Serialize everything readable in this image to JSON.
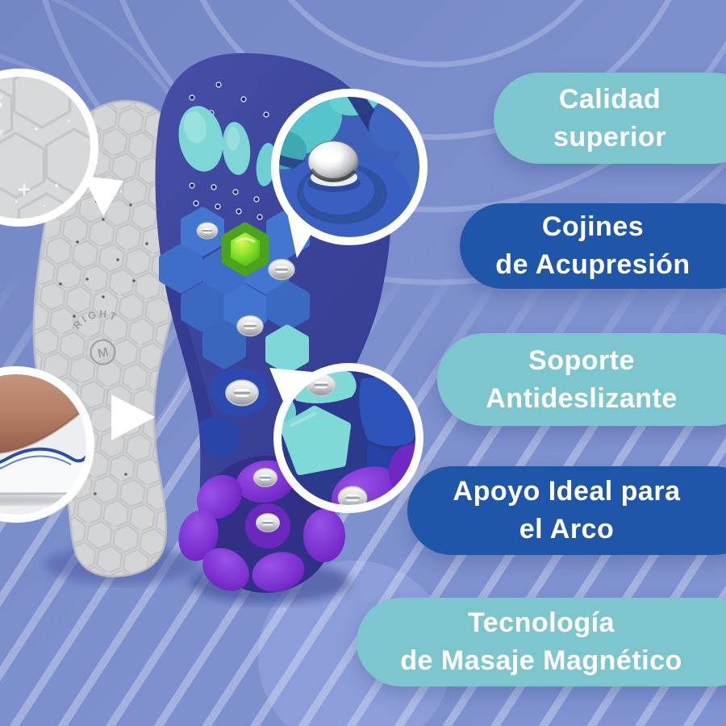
{
  "feature_labels": [
    {
      "lines": [
        "Calidad",
        "superior"
      ],
      "bg_color": "#7EC6CE"
    },
    {
      "lines": [
        "Cojines",
        "de Acupresión"
      ],
      "bg_color": "#2056AA"
    },
    {
      "lines": [
        "Soporte",
        "Antideslizante"
      ],
      "bg_color": "#7EC6CE"
    },
    {
      "lines": [
        "Apoyo Ideal para",
        "el Arco"
      ],
      "bg_color": "#2056AA"
    },
    {
      "lines": [
        "Tecnología",
        "de Masaje Magnético"
      ],
      "bg_color": "#7EC6CE"
    }
  ],
  "insole_stamp": {
    "side": "RIGHT",
    "size": "M"
  },
  "callouts": [
    {
      "name": "gel-texture-detail"
    },
    {
      "name": "magnetic-button-detail"
    },
    {
      "name": "arch-support-detail"
    },
    {
      "name": "acupressure-pads-detail"
    }
  ],
  "palette": {
    "background": "#7D90CE",
    "stripe_highlight": "#A9B8E6",
    "teal_pill": "#7EC6CE",
    "blue_pill": "#2056AA",
    "label_text": "#FFFFFF",
    "insole_body_blue": "#3A4399",
    "toe_pad_cyan": "#7ED7D6",
    "heel_pad_purple": "#7B30D0",
    "magnet_node_green": "#7FE32B",
    "metal_stud_silver": "#D9DBDE",
    "gray_insole": "#D4D5D7"
  }
}
